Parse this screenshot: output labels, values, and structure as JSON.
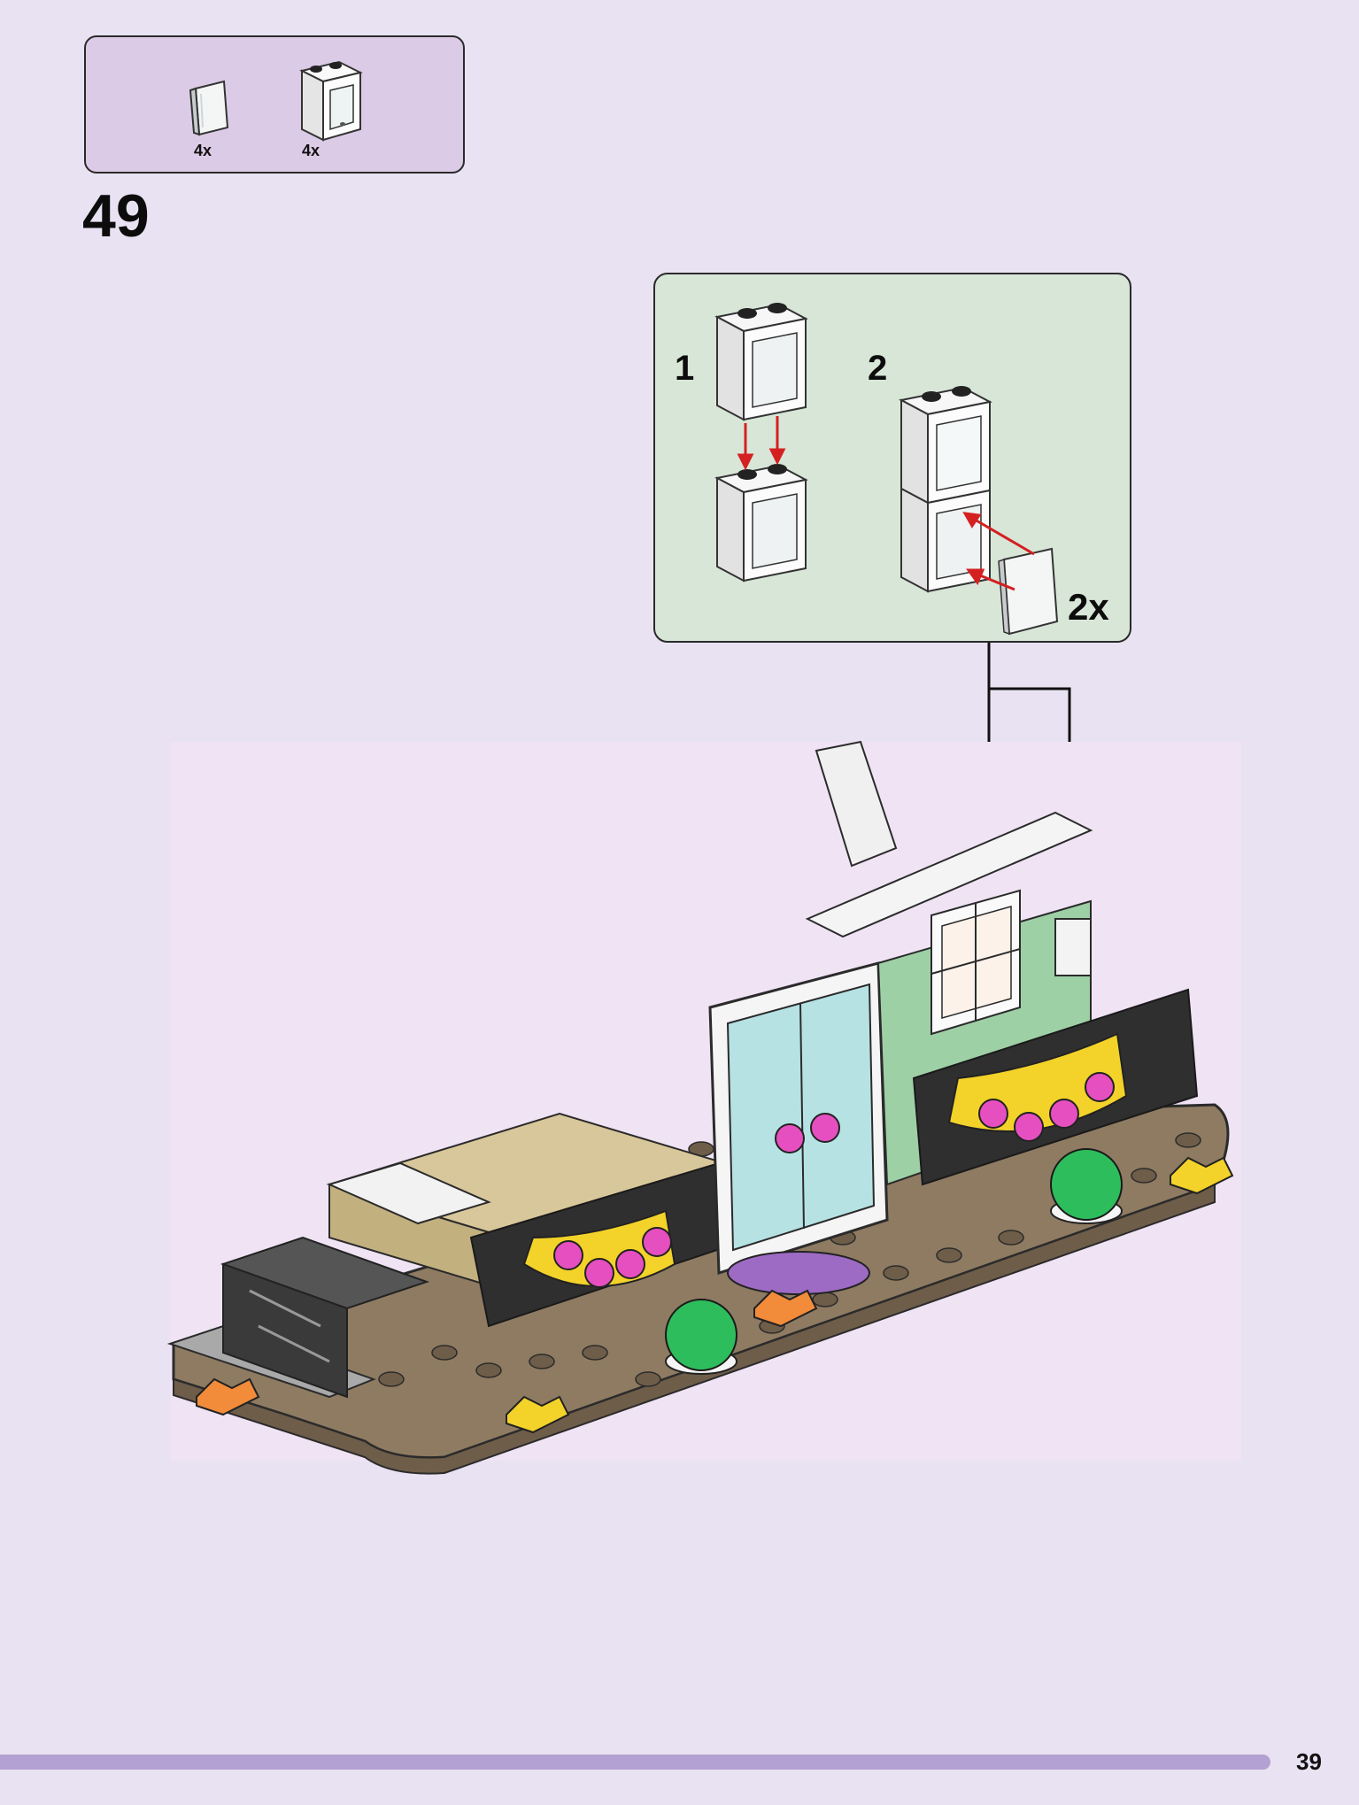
{
  "parts_list": [
    {
      "name": "glass pane",
      "count": "4x"
    },
    {
      "name": "window frame",
      "count": "4x"
    }
  ],
  "step": {
    "number": "49"
  },
  "sub_assembly": {
    "steps": [
      {
        "label": "1"
      },
      {
        "label": "2"
      }
    ],
    "multiplier": "2x"
  },
  "page": {
    "number": "39"
  },
  "colors": {
    "page_background": "#e9e2f2",
    "parts_box": "#dccbe6",
    "sub_box": "#d8e6d8",
    "footer_bar": "#b3a1d3",
    "arrow": "#d42020"
  }
}
